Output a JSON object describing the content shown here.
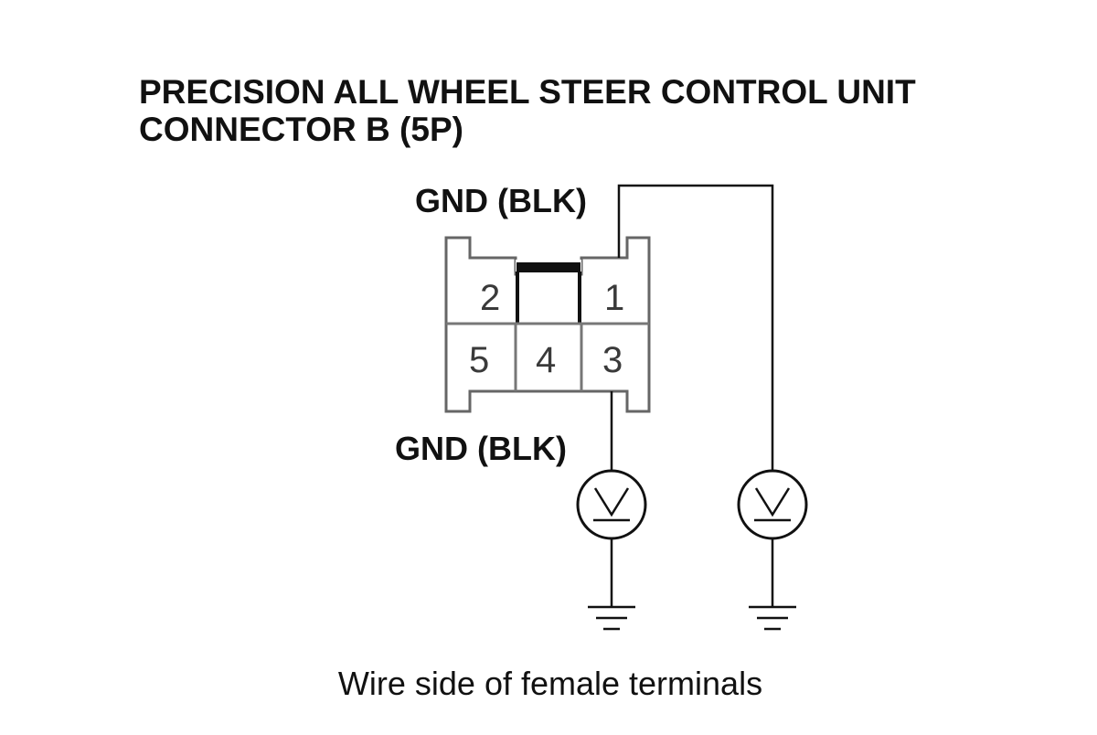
{
  "title": {
    "line1": "PRECISION ALL WHEEL STEER CONTROL UNIT",
    "line2": "CONNECTOR B (5P)"
  },
  "connector": {
    "pins": {
      "p1": "1",
      "p2": "2",
      "p3": "3",
      "p4": "4",
      "p5": "5"
    }
  },
  "wire_labels": {
    "top": "GND (BLK)",
    "bottom": "GND (BLK)"
  },
  "meters": [
    {
      "symbol": "V",
      "icon": "voltmeter-icon"
    },
    {
      "symbol": "V",
      "icon": "voltmeter-icon"
    }
  ],
  "caption": "Wire side of female terminals"
}
